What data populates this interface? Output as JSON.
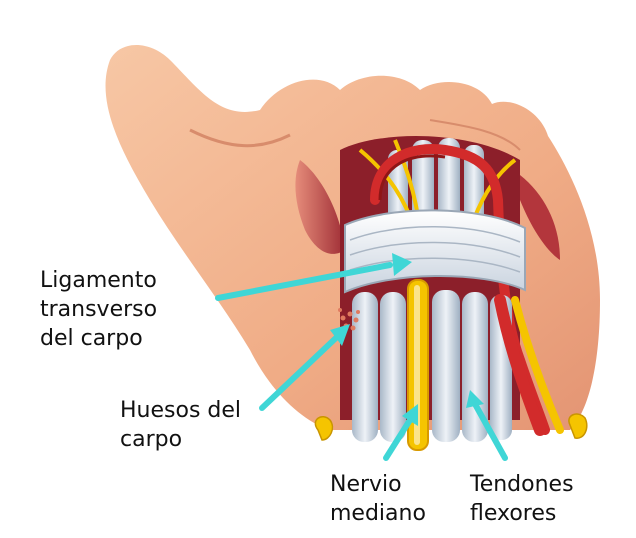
{
  "labels": {
    "ligament": "Ligamento\ntransverso\ndel carpo",
    "bones": "Huesos del\ncarpo",
    "nerve": "Nervio\nmediano",
    "tendons": "Tendones\nflexores"
  },
  "colors": {
    "skin": "#f1b089",
    "skin_dark": "#d98a68",
    "muscle": "#c0474a",
    "tendon": "#c7d3e0",
    "ligament": "#e6ebf2",
    "nerve": "#f5c400",
    "artery": "#d22b2b",
    "arrow": "#3fd6d6"
  }
}
